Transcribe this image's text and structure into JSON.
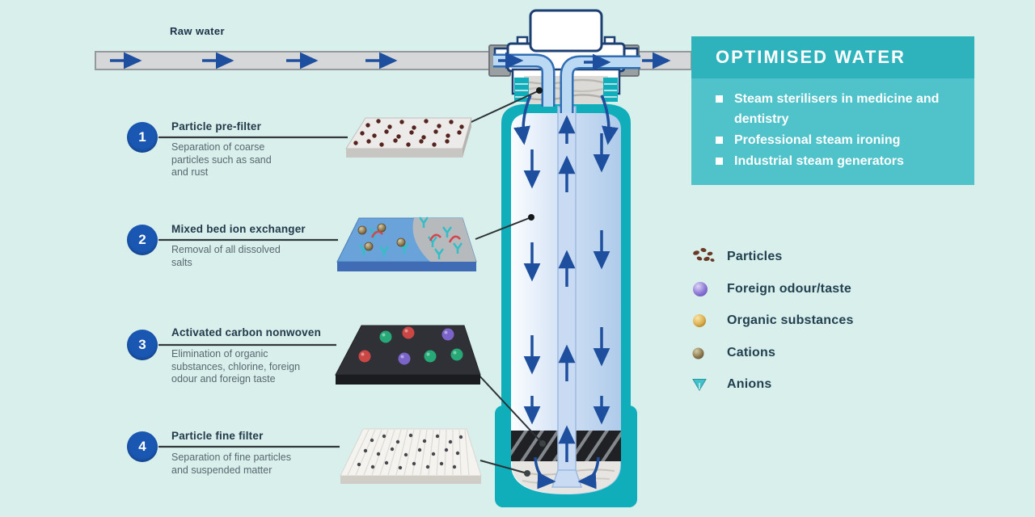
{
  "raw_water_label": "Raw water",
  "stages": [
    {
      "number": "1",
      "title": "Particle pre-filter",
      "description_lines": [
        "Separation of coarse",
        "particles such as sand",
        "and rust"
      ]
    },
    {
      "number": "2",
      "title": "Mixed bed ion exchanger",
      "description_lines": [
        "Removal of all dissolved",
        "salts"
      ]
    },
    {
      "number": "3",
      "title": "Activated carbon nonwoven",
      "description_lines": [
        "Elimination of organic",
        "substances, chlorine, foreign",
        "odour and foreign taste"
      ]
    },
    {
      "number": "4",
      "title": "Particle fine filter",
      "description_lines": [
        "Separation of fine particles",
        "and suspended matter"
      ]
    }
  ],
  "optimised_water": {
    "title": "OPTIMISED WATER",
    "items": [
      "Steam sterilisers in medicine and dentistry",
      "Professional steam ironing",
      "Industrial steam generators"
    ]
  },
  "legend": {
    "items": [
      {
        "icon": "particles-icon",
        "label": "Particles"
      },
      {
        "icon": "purple-sphere-icon",
        "label": "Foreign odour/taste"
      },
      {
        "icon": "gold-sphere-icon",
        "label": "Organic substances"
      },
      {
        "icon": "brown-sphere-icon",
        "label": "Cations"
      },
      {
        "icon": "teal-anion-icon",
        "label": "Anions"
      }
    ]
  },
  "colors": {
    "background": "#d8efec",
    "panel_header_teal": "#2eb3bd",
    "panel_body_teal": "#4fc2ca",
    "vessel_wall_teal": "#10aebb",
    "flow_arrow_navy": "#1d4f9e",
    "outline_navy": "#1b3e73",
    "step_circle_blue": "#1a57b2",
    "title_text": "#24394a",
    "description_text": "#57686f",
    "pipe_gray": "#d6d7d8"
  }
}
